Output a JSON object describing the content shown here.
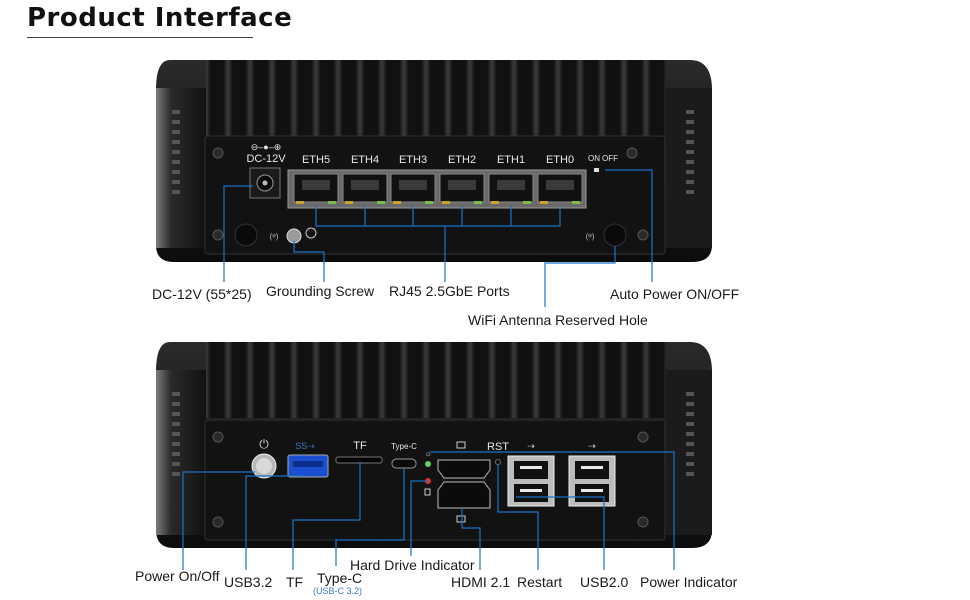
{
  "title": "Product Interface",
  "front": {
    "panel_labels": {
      "dc": "DC-12V",
      "eth": [
        "ETH5",
        "ETH4",
        "ETH3",
        "ETH2",
        "ETH1",
        "ETH0"
      ],
      "on": "ON",
      "off": "OFF"
    },
    "callouts": {
      "dc": "DC-12V (55*25)",
      "ground": "Grounding Screw",
      "rj45": "RJ45 2.5GbE Ports",
      "auto": "Auto Power ON/OFF",
      "wifi": "WiFi Antenna Reserved Hole"
    }
  },
  "back": {
    "panel_labels": {
      "tf": "TF",
      "typec": "Type-C",
      "rst": "RST"
    },
    "callouts": {
      "power": "Power On/Off",
      "usb32": "USB3.2",
      "tf": "TF",
      "typec": "Type-C",
      "typec_sub": "(USB-C 3.2)",
      "hdd": "Hard Drive Indicator",
      "hdmi": "HDMI 2.1",
      "restart": "Restart",
      "usb20": "USB2.0",
      "pwr_ind": "Power Indicator"
    }
  },
  "colors": {
    "callout_line": "#1a73c8",
    "chassis": "#151515",
    "fins": "#2c2c2c"
  }
}
